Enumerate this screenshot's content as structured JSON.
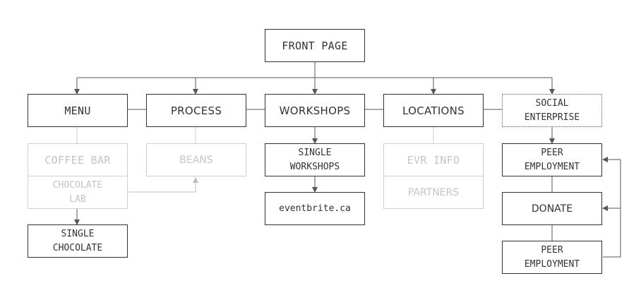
{
  "nodes": {
    "front_page": "FRONT PAGE",
    "menu": "MENU",
    "process": "PROCESS",
    "workshops": "WORKSHOPS",
    "locations": "LOCATIONS",
    "social_enterprise": [
      "SOCIAL",
      "ENTERPRISE"
    ],
    "coffee_bar": "COFFEE BAR",
    "chocolate_lab": [
      "CHOCOLATE",
      "LAB"
    ],
    "single_chocolate": [
      "SINGLE",
      "CHOCOLATE"
    ],
    "beans": "BEANS",
    "single_workshops": [
      "SINGLE",
      "WORKSHOPS"
    ],
    "eventbrite": "eventbrite.ca",
    "evr_info": "EVR INFO",
    "partners": "PARTNERS",
    "peer_employment_top": [
      "PEER",
      "EMPLOYMENT"
    ],
    "donate": "DONATE",
    "peer_employment_bottom": [
      "PEER",
      "EMPLOYMENT"
    ]
  },
  "colors": {
    "line": "#555555",
    "faded": "#cccccc",
    "text": "#333333"
  }
}
